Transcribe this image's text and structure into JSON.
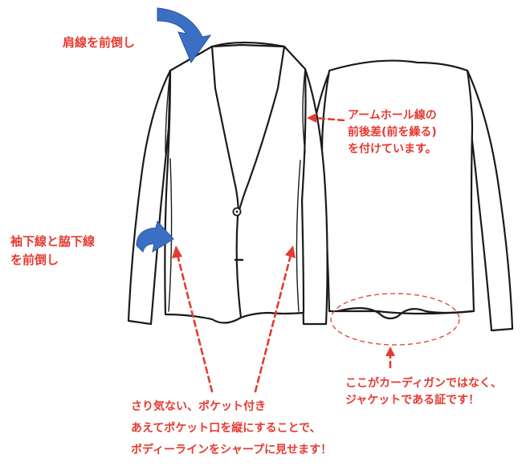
{
  "colors": {
    "annotation_text": "#e53a32",
    "dash_line": "#e53a32",
    "arrow_icon": "#3a6fc4",
    "outline": "#1a1a1a"
  },
  "icons": {
    "shoulder_arrow": "curved-arrow-icon",
    "underarm_arrow": "curved-arrow-icon"
  },
  "annotations": {
    "shoulder": {
      "lines": [
        "肩線を前倒し"
      ]
    },
    "armhole": {
      "lines": [
        "アームホール線の",
        "前後差(前を繰る)",
        "を付けています。"
      ]
    },
    "underarm": {
      "lines": [
        "袖下線と脇下線",
        "を前倒し"
      ]
    },
    "cardigan": {
      "lines": [
        "ここがカーディガンではなく、",
        "ジャケットである証です！"
      ]
    },
    "pocket": {
      "lines": [
        "さり気ない、ポケット付き",
        "あえてポケット口を縦にすることで、",
        "ボディーラインをシャープに見せます！"
      ]
    }
  }
}
